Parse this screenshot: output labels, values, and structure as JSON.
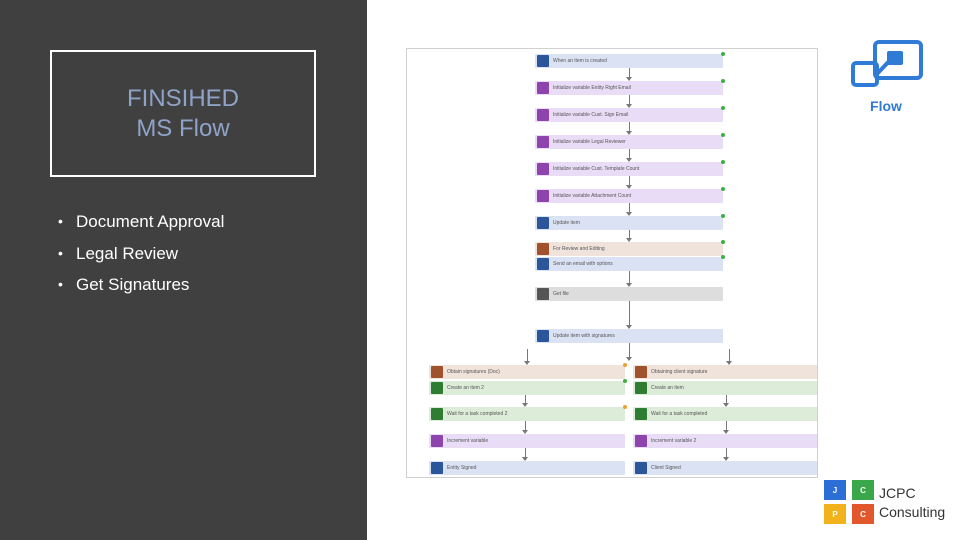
{
  "title": {
    "line1": "FINSIHED",
    "line2": "MS Flow"
  },
  "bullets": [
    "Document Approval",
    "Legal Review",
    "Get Signatures"
  ],
  "logos": {
    "flow_label": "Flow",
    "company_line1": "JCPC",
    "company_line2": "Consulting",
    "tiles": [
      "J",
      "C",
      "P",
      "C"
    ]
  },
  "flow_diagram": {
    "main_steps": [
      {
        "label": "When an item is created",
        "tail": "",
        "kind": "sharepoint"
      },
      {
        "label": "Initialize variable Entity Right Email",
        "tail": "",
        "kind": "variable"
      },
      {
        "label": "Initialize variable Cust. Sign Email",
        "tail": "",
        "kind": "variable"
      },
      {
        "label": "Initialize variable Legal Reviewer",
        "tail": "",
        "kind": "variable"
      },
      {
        "label": "Initialize variable Cust. Template Count",
        "tail": "",
        "kind": "variable"
      },
      {
        "label": "Initialize variable Attachment Count",
        "tail": "",
        "kind": "variable"
      },
      {
        "label": "Update item",
        "tail": "",
        "kind": "sharepoint"
      },
      {
        "label": "For Review and Editing",
        "tail": "",
        "kind": "scope"
      },
      {
        "label": "Send an email with options",
        "tail": "",
        "kind": "sharepoint"
      },
      {
        "label": "Get file",
        "tail": "",
        "kind": "file"
      },
      {
        "label": "Update item with signatures",
        "tail": "",
        "kind": "sharepoint"
      }
    ],
    "left_branch": [
      {
        "label": "Obtain signatures (Doc)",
        "tail": "",
        "kind": "scope"
      },
      {
        "label": "Create an item 2",
        "tail": "",
        "kind": "approval"
      },
      {
        "label": "Wait for a task completed 2",
        "tail": "",
        "kind": "approval"
      },
      {
        "label": "Increment variable",
        "tail": "",
        "kind": "variable"
      },
      {
        "label": "Entity Signed",
        "tail": "",
        "kind": "sharepoint"
      }
    ],
    "right_branch": [
      {
        "label": "Obtaining client signature",
        "tail": "",
        "kind": "scope"
      },
      {
        "label": "Create an item",
        "tail": "",
        "kind": "approval"
      },
      {
        "label": "Wait for a task completed",
        "tail": "",
        "kind": "approval"
      },
      {
        "label": "Increment variable 2",
        "tail": "",
        "kind": "variable"
      },
      {
        "label": "Client Signed",
        "tail": "",
        "kind": "sharepoint"
      }
    ],
    "colors": {
      "sharepoint": "#dbe2f3",
      "sharepoint_icon": "#2b579a",
      "variable": "#e8dcf6",
      "variable_icon": "#8e44ad",
      "scope": "#efe3dc",
      "scope_icon": "#a0522d",
      "file": "#dddddd",
      "file_icon": "#555555",
      "approval": "#dcecd9",
      "approval_icon": "#2e7d32"
    }
  }
}
